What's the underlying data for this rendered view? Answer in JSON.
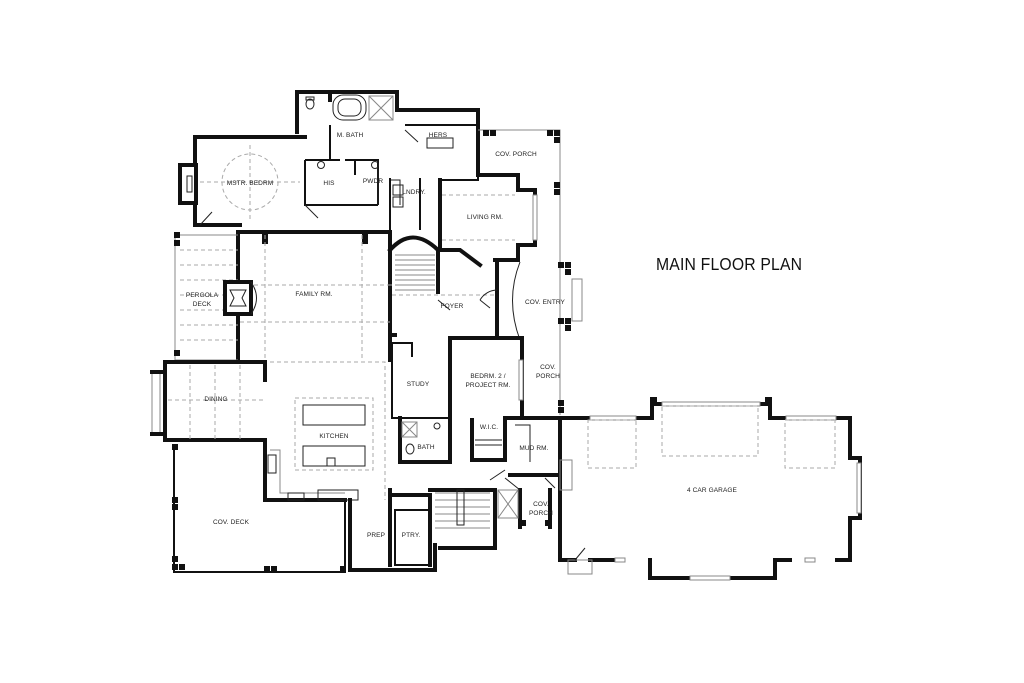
{
  "title": "MAIN FLOOR PLAN",
  "rooms": {
    "m_bath": "M. BATH",
    "hers": "HERS",
    "cov_porch_top": "COV. PORCH",
    "mstr_bedrm": "MSTR. BEDRM",
    "his": "HIS",
    "pwdr": "PWDR",
    "lndry": "LNDRY.",
    "living_rm": "LIVING RM.",
    "pergola_deck_1": "PERGOLA",
    "pergola_deck_2": "DECK",
    "family_rm": "FAMILY RM.",
    "foyer": "FOYER",
    "cov_entry": "COV. ENTRY",
    "study": "STUDY",
    "bedrm2_1": "BEDRM. 2 /",
    "bedrm2_2": "PROJECT RM.",
    "cov_porch_mid_1": "COV.",
    "cov_porch_mid_2": "PORCH",
    "dining": "DINING",
    "kitchen": "KITCHEN",
    "bath": "BATH",
    "wic": "W.I.C.",
    "mud_rm": "MUD RM.",
    "cov_porch_low_1": "COV.",
    "cov_porch_low_2": "PORCH",
    "four_car_garage": "4 CAR GARAGE",
    "cov_deck": "COV. DECK",
    "prep": "PREP",
    "ptry": "PTRY."
  },
  "colors": {
    "wall": "#111111",
    "background": "#ffffff",
    "dashed": "#aaaaaa"
  }
}
